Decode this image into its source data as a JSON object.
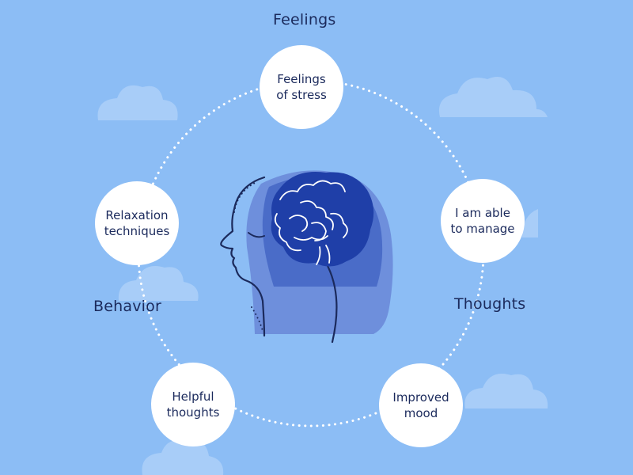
{
  "colors": {
    "background": "#8cbdf5",
    "cloud": "#a8cdf8",
    "circle": "#ffffff",
    "text": "#1b2a5c",
    "head_outer": "#6e8fdc",
    "head_inner": "#4a6cc8",
    "brain": "#1f3fa8"
  },
  "categories": {
    "feelings": "Feelings",
    "thoughts": "Thoughts",
    "behavior": "Behavior"
  },
  "nodes": {
    "stress": "Feelings\nof stress",
    "manage": "I am able\nto manage",
    "mood": "Improved\nmood",
    "helpful": "Helpful\nthoughts",
    "relax": "Relaxation\ntechniques"
  },
  "icons": [
    "head-profile-icon",
    "brain-icon",
    "cloud-icon"
  ]
}
